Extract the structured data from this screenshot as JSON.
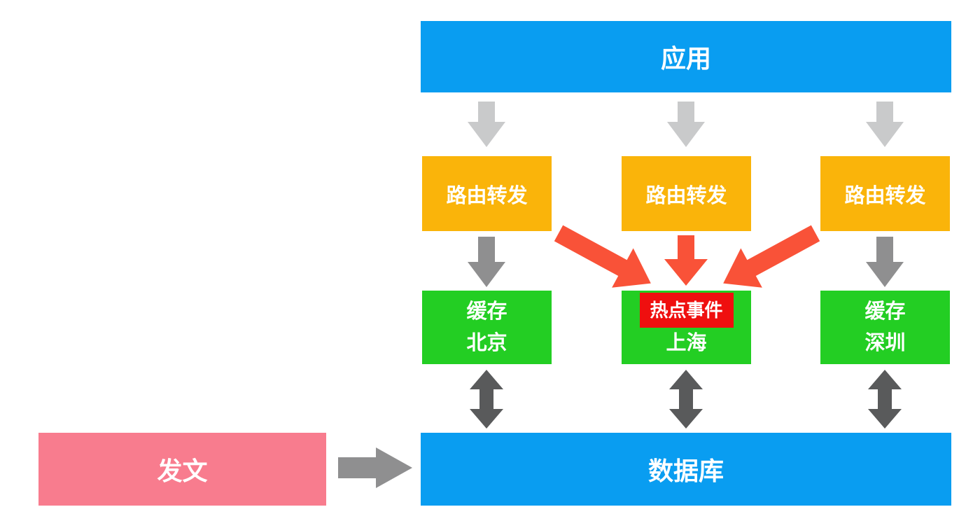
{
  "colors": {
    "node_blue": "#099DF1",
    "node_orange": "#FAB40A",
    "node_green": "#23CE23",
    "node_pink": "#F87C8E",
    "badge_red": "#EF0F0F",
    "arrow_red": "#F95238",
    "arrow_light_gray": "#C9CACB",
    "arrow_gray": "#8F8F90",
    "arrow_dark_gray": "#595A5B",
    "text_white": "#FFFFFF"
  },
  "nodes": {
    "app": {
      "label": "应用"
    },
    "routers": [
      {
        "label": "路由转发"
      },
      {
        "label": "路由转发"
      },
      {
        "label": "路由转发"
      }
    ],
    "caches": [
      {
        "line1": "缓存",
        "line2": "北京"
      },
      {
        "badge": "热点事件",
        "line2": "上海"
      },
      {
        "line1": "缓存",
        "line2": "深圳"
      }
    ],
    "database": {
      "label": "数据库"
    },
    "publish": {
      "label": "发文"
    }
  }
}
